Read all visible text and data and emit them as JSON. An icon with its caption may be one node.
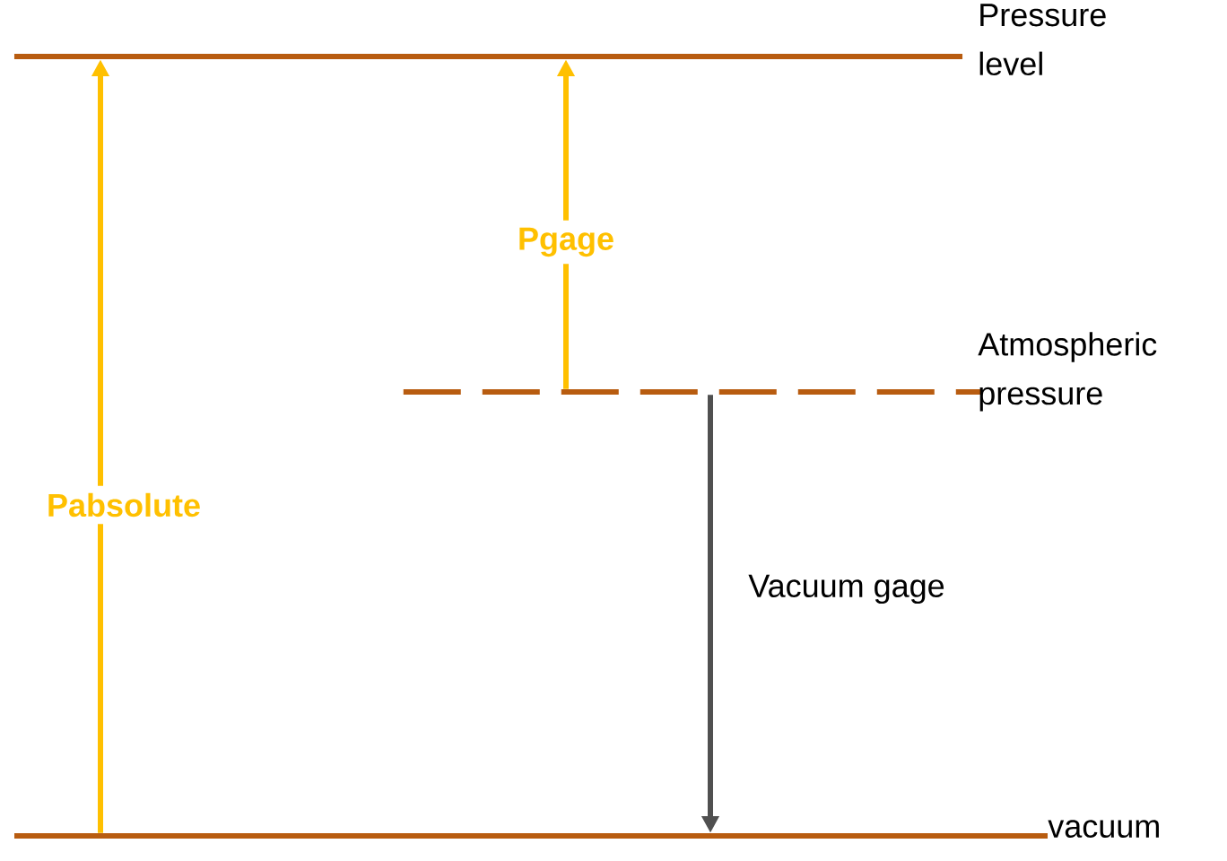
{
  "diagram": {
    "nodes": [
      {
        "text": [],
        "shape": "bar",
        "beside": [
          "Pressure level"
        ]
      },
      {
        "text": [],
        "shape": "bar",
        "beside": [
          "Atmospheric pressure"
        ]
      },
      {
        "text": [],
        "shape": "bar",
        "beside": [
          "vacuum"
        ]
      }
    ],
    "edges": [
      {
        "from": 2,
        "to": 0,
        "arrow": "to",
        "label": "Pabsolute",
        "color": "#ffc000"
      },
      {
        "from": 1,
        "to": 0,
        "arrow": "to",
        "label": "Pgage",
        "color": "#ffc000"
      },
      {
        "from": 1,
        "to": 2,
        "arrow": "to",
        "label": "Vacuum gage",
        "color": "#505050"
      }
    ]
  }
}
